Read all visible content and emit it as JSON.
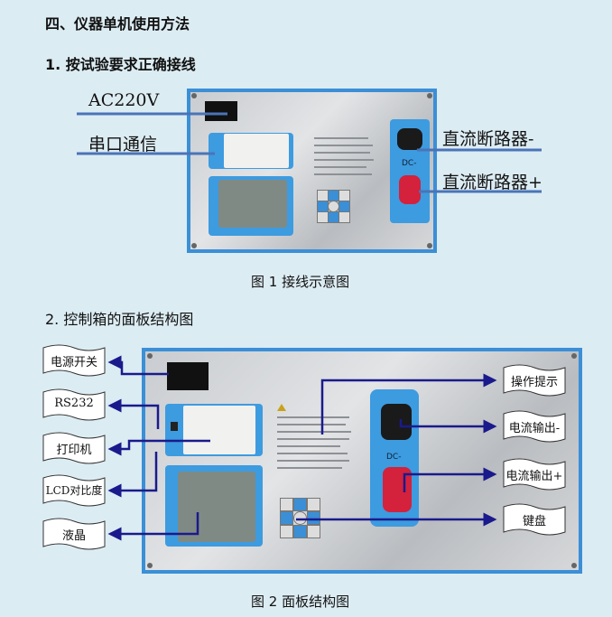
{
  "section_title": "四、仪器单机使用方法",
  "step1_title": "1. 按试验要求正确接线",
  "figure1": {
    "labels": {
      "ac": "AC220V",
      "serial": "串口通信",
      "dc_minus": "直流断路器-",
      "dc_plus": "直流断路器+"
    },
    "panel_dc": "DC-",
    "caption": "图 1  接线示意图"
  },
  "step2_title": "2. 控制箱的面板结构图",
  "figure2": {
    "left_labels": [
      "电源开关",
      "RS232",
      "打印机",
      "LCD对比度",
      "液晶"
    ],
    "right_labels": [
      "操作提示",
      "电流输出-",
      "电流输出+",
      "键盘"
    ],
    "panel_dc": "DC-",
    "caption": "图 2  面板结构图"
  },
  "colors": {
    "background": "#dcecf3",
    "panel_border": "#3b8fd6",
    "arrow": "#1a1a8c",
    "wire": "#4a74b8"
  }
}
